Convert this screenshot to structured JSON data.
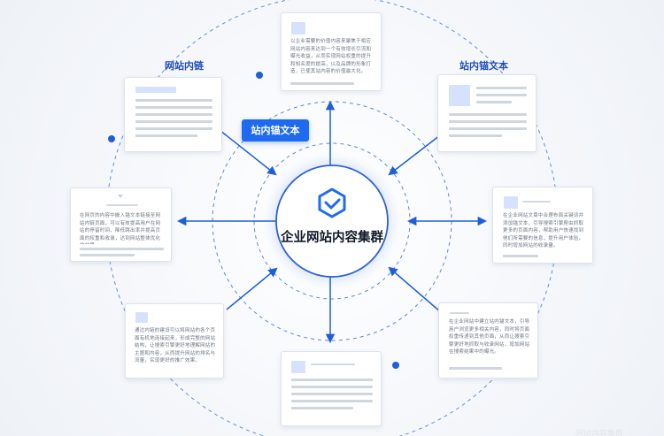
{
  "center": {
    "title": "企业网站内容集群",
    "icon": "shield-check-icon",
    "accent_color": "#1f6bf0"
  },
  "labels": {
    "internal_link": "网站内链",
    "anchor_text_right": "站内锚文本",
    "anchor_text_badge": "站内锚文本"
  },
  "cards": {
    "top": {
      "text": "以企业需要的价值内容来聚焦于相应网站内容来达到一个有效增长引流和曝光收益，从而实现网站权重的提升和知名度的提高，以及品牌的形象打造，已使其站内容的价值最大化。"
    },
    "left": {
      "text": "在网页的内容中嵌入锚文本链接至网站内链页面，可以有效提高用户在网站的停留时间，降低跳出率并提高页面的权重和收录，达到网站整体优化的效果。"
    },
    "right": {
      "text": "在企业网站文章中合理布局关键词并添加锚文本，引导搜索引擎爬虫抓取更多的页面内容，帮助用户快速找到他们所需要的信息，提升用户体验，同时增加网站的收录量。"
    },
    "bottom_left": {
      "text": "通过内链的建设可以将网站的各个页面有机地连接起来，形成完整的网站结构，让搜索引擎更好地理解网站的主题和内容，从而提升网站的排名与流量，实现更好的推广效果。"
    },
    "bottom_right": {
      "text": "在企业网站中建立站内锚文本，引导用户浏览更多相关内容，同时将页面权重传递到其他页面，从而让搜索引擎更好地抓取与收录网站，增加网站在搜索结果中的曝光。"
    }
  },
  "watermark": "网站内容集群"
}
